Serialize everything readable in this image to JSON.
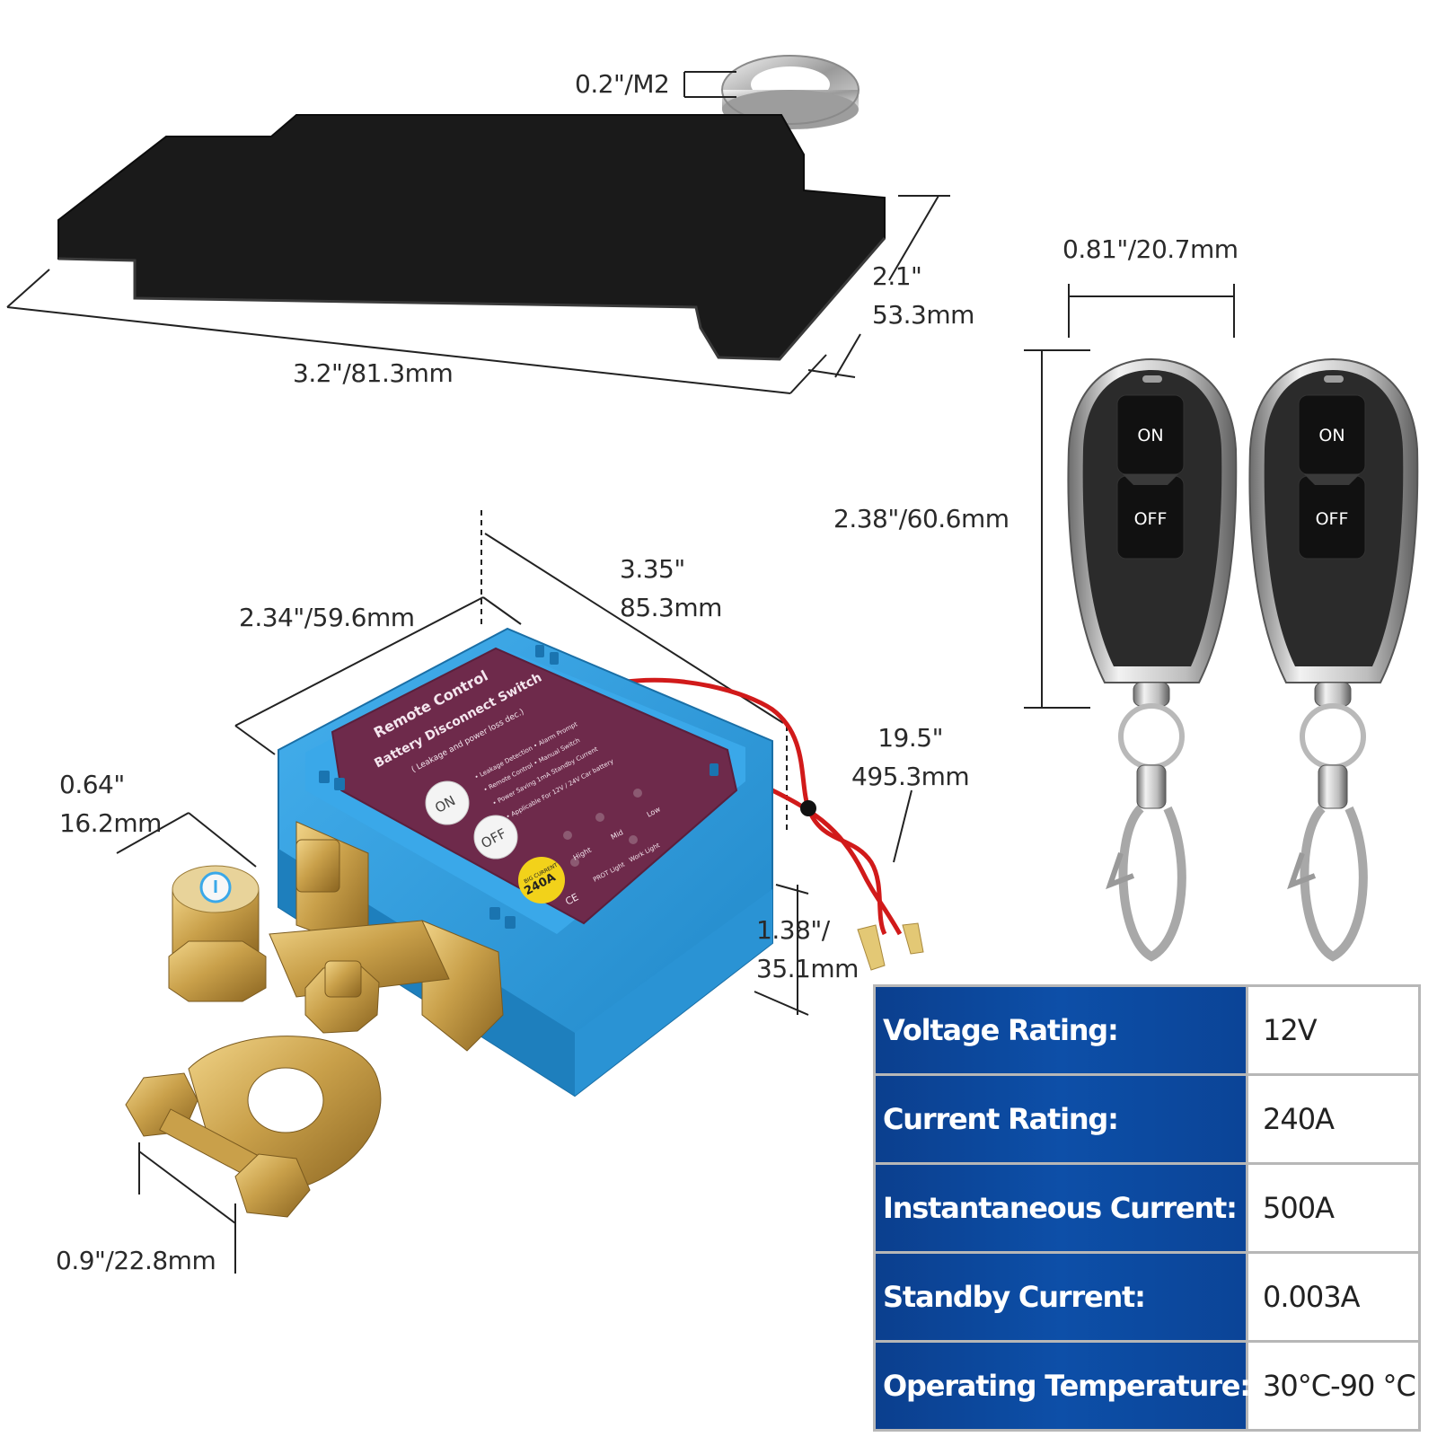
{
  "dimensions": {
    "washer": "0.2\"/M2",
    "pad_length": "3.2\"/81.3mm",
    "pad_width_in": "2.1\"",
    "pad_width_mm": "53.3mm",
    "remote_width": "0.81\"/20.7mm",
    "remote_height": "2.38\"/60.6mm",
    "box_width": "2.34\"/59.6mm",
    "box_length_in": "3.35\"",
    "box_length_mm": "85.3mm",
    "wire_length_in": "19.5\"",
    "wire_length_mm": "495.3mm",
    "post_diameter_in": "0.64\"",
    "post_diameter_mm": "16.2mm",
    "box_height_in": "1.38\"/",
    "box_height_mm": "35.1mm",
    "clamp_width": "0.9\"/22.8mm"
  },
  "remotes": [
    {
      "on_label": "ON",
      "off_label": "OFF"
    },
    {
      "on_label": "ON",
      "off_label": "OFF"
    }
  ],
  "device_label": {
    "title": "Remote Control",
    "subtitle": "Battery Disconnect Switch",
    "note": "( Leakage and power loss dec.)",
    "features": [
      "• Leakage Detection  • Alarm Prompt",
      "• Remote  Control  • Manual  Switch",
      "• Power Saving 1mA Standby Current",
      "• Applicable For 12V / 24V Car battery"
    ],
    "on_button": "ON",
    "off_button": "OFF",
    "indicator_labels": [
      "Hight",
      "Mid",
      "Low"
    ],
    "light_labels": [
      "PROT Light",
      "Work Light"
    ],
    "badge_top": "BIG CURRENT",
    "badge_value": "240A",
    "ce_mark": "CE"
  },
  "specs": [
    {
      "label": "Voltage Rating:",
      "value": "12V"
    },
    {
      "label": "Current Rating:",
      "value": "240A"
    },
    {
      "label": "Instantaneous Current:",
      "value": "500A"
    },
    {
      "label": "Standby Current:",
      "value": "0.003A"
    },
    {
      "label": "Operating Temperature:",
      "value": "30°C-90 °C"
    }
  ],
  "colors": {
    "box_blue": "#2f9bdc",
    "label_purple": "#6e2a4b",
    "table_blue": "#0d4fa8",
    "pad_black": "#1b1b1b",
    "brass": "#c9a04a",
    "wire_red": "#d11a1a"
  }
}
